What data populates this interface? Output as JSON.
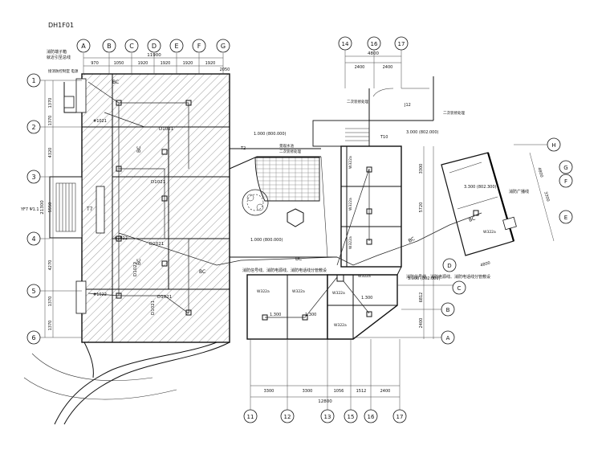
{
  "drawing": {
    "sheet_code": "DH1F01",
    "panel_note_1": "消防端子箱",
    "panel_note_2": "就近引至总线",
    "panel_note_3": "接消防控制室 电源",
    "left_axes": [
      "A",
      "B",
      "C",
      "D",
      "E",
      "F",
      "G"
    ],
    "left_rows": [
      "1",
      "2",
      "3",
      "4",
      "5",
      "6"
    ],
    "right_axes_top": [
      "14",
      "16",
      "17"
    ],
    "right_axes_bottom": [
      "11",
      "12",
      "13",
      "15",
      "16",
      "17"
    ],
    "far_right_axes": [
      "H",
      "G",
      "F",
      "E",
      "D",
      "C",
      "B",
      "A"
    ],
    "dims_top_left": [
      "970",
      "1050",
      "1920",
      "1920",
      "1920",
      "1920",
      "2050"
    ],
    "dim_top_left_total": "11900",
    "dims_left_side": [
      "1370",
      "1370",
      "4320",
      "5550",
      "4270",
      "1370",
      "1370"
    ],
    "dim_left_total": "21300",
    "dims_top_right": [
      "2400",
      "2400"
    ],
    "dim_top_right_total": "4800",
    "dims_bottom": [
      "3300",
      "3300",
      "1056",
      "1512",
      "2400"
    ],
    "dim_bottom_total": "12800",
    "dims_right_side": [
      "3300",
      "5720",
      "6812",
      "2400"
    ],
    "dims_far_right": [
      "4800",
      "3300",
      "4800"
    ],
    "room_labels": [
      "D1021",
      "D1021",
      "D1021",
      "D1022",
      "D1021",
      "D1021"
    ],
    "level_1": "1.000 (800.000)",
    "level_2": "3.000 (802.000)",
    "level_3": "3.300 (802.300)",
    "level_4": "1.000 (800.000)",
    "level_5": "3.000 (802.000)",
    "level_6": "1.300",
    "level_7": "1.300",
    "level_8": "1.300",
    "pond_label": "景观水池",
    "pond_sub": "二次装修处理",
    "stair_label": "二次装修处理",
    "stair_label_2": "二次装修处理",
    "fire_equipment_note": "消防信号线、消防电源线、消防电话线分管敷设",
    "fire_equipment_note_2": "消防信号线、消防电源线、消防电话线分管敷设",
    "fire_area_label": "消防广播线",
    "bus_label": "BC",
    "tag_t7": "T7",
    "tag_t2": "T2",
    "tag_t10": "T10",
    "tag_j12": "J12",
    "tag_left_side": "YF7 Ψ1.1",
    "device_labels": [
      "#1021",
      "#1022",
      "#1022",
      "W322a",
      "W322a",
      "W322a",
      "W322a",
      "W322a",
      "W322a",
      "W322a",
      "W322a",
      "W322a"
    ]
  }
}
